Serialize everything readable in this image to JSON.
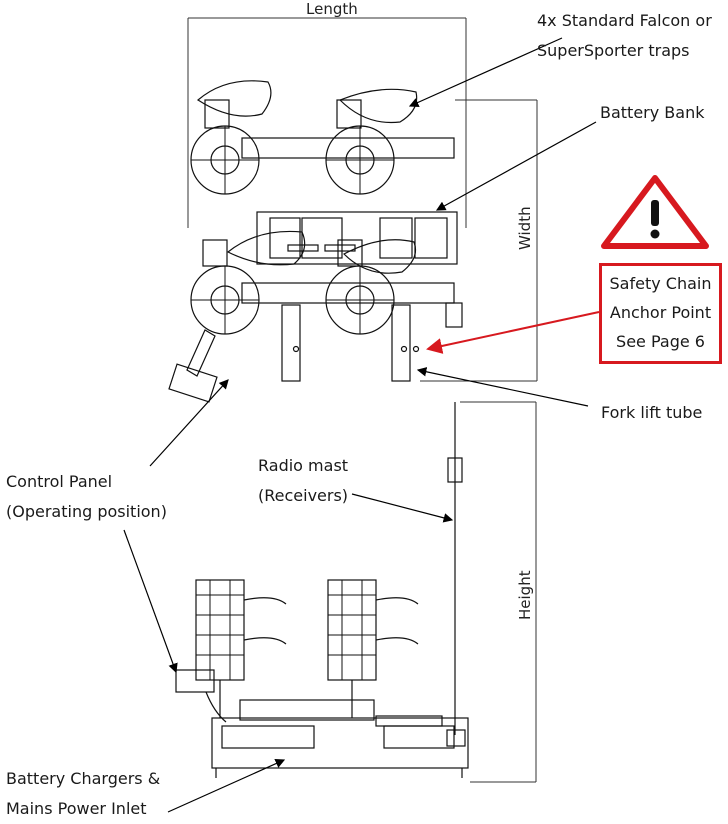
{
  "dimensions": {
    "length": "Length",
    "width": "Width",
    "height": "Height"
  },
  "labels": {
    "traps_line1": "4x Standard Falcon or",
    "traps_line2": "SuperSporter traps",
    "battery_bank": "Battery Bank",
    "fork_lift_tube": "Fork lift tube",
    "radio_mast_line1": "Radio mast",
    "radio_mast_line2": "(Receivers)",
    "control_panel_line1": "Control Panel",
    "control_panel_line2": "(Operating position)",
    "chargers_line1": "Battery Chargers &",
    "chargers_line2": "Mains Power Inlet"
  },
  "safety_notice": {
    "line1": "Safety Chain",
    "line2": "Anchor Point",
    "line3": "See Page 6",
    "icon": "warning-triangle-icon",
    "color": "#d7191f"
  }
}
